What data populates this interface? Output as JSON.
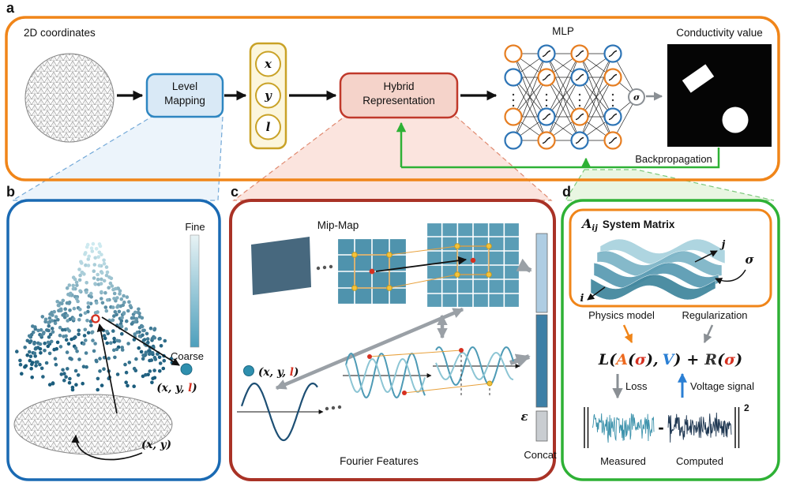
{
  "colors": {
    "panel_a_border": "#F08519",
    "panel_b_border": "#1A6AB3",
    "panel_c_border": "#A93226",
    "panel_d_border": "#2EB135",
    "red_accent": "#D63020",
    "blue_accent": "#2A7FD4",
    "orange_accent": "#ED6A1F",
    "teal": "#4F93AD"
  },
  "panel_a": {
    "label": "a",
    "mesh_caption": "2D coordinates",
    "level_mapping": [
      "Level",
      "Mapping"
    ],
    "inputs": [
      "x",
      "y",
      "l"
    ],
    "hybrid": [
      "Hybrid",
      "Representation"
    ],
    "mlp_title": "MLP",
    "sigma": "σ",
    "conductivity_caption": "Conductivity value",
    "backprop_label": "Backpropagation"
  },
  "panel_b": {
    "label": "b",
    "fine_label": "Fine",
    "coarse_label": "Coarse",
    "xyl_prefix": "(x, y, ",
    "level_var": "l",
    "paren_close": ")",
    "xy_label": "(x, y)"
  },
  "panel_c": {
    "label": "c",
    "mipmap_title": "Mip-Map",
    "xyl_prefix": "(x, y, ",
    "level_var": "l",
    "paren_close": ")",
    "epsilon": "ε",
    "concat_label": "Concat",
    "fourier_label": "Fourier Features"
  },
  "panel_d": {
    "label": "d",
    "matrix_var": "A",
    "matrix_sub": "ij",
    "matrix_title": "System Matrix",
    "axis_i": "i",
    "axis_j": "j",
    "sigma": "σ",
    "physics_label": "Physics model",
    "regularization_label": "Regularization",
    "formula": {
      "f1": "L(",
      "f2": "A",
      "f3": "(",
      "f4": "σ",
      "f5": ")",
      "f6": ",",
      "f7": "V",
      "f8": ")",
      "f9": "+",
      "f10": "R",
      "f11": "(",
      "f12": "σ",
      "f13": ")"
    },
    "loss_label": "Loss",
    "voltage_label": "Voltage signal",
    "minus": "-",
    "exponent": "2",
    "measured_label": "Measured",
    "computed_label": "Computed"
  }
}
